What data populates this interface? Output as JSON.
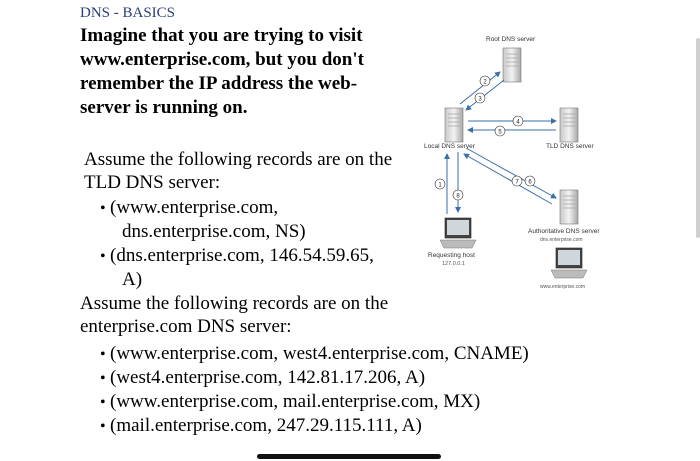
{
  "header": {
    "title": "DNS - BASICS"
  },
  "intro": {
    "lines": [
      "Imagine that you are trying to visit",
      "www.enterprise.com, but you don't",
      "remember the IP address the web-",
      "server is running on."
    ]
  },
  "tld": {
    "heading_lines": [
      "Assume the following records are on the",
      "TLD DNS server:"
    ],
    "records": [
      {
        "line1": "(www.enterprise.com,",
        "line2": "dns.enterprise.com, NS)"
      },
      {
        "line1": "(dns.enterprise.com, 146.54.59.65,",
        "line2": "A)"
      }
    ]
  },
  "enterprise": {
    "heading_lines": [
      "Assume the following records are on the",
      "enterprise.com DNS server:"
    ],
    "records": [
      "(www.enterprise.com, west4.enterprise.com, CNAME)",
      "(west4.enterprise.com, 142.81.17.206, A)",
      "(www.enterprise.com, mail.enterprise.com, MX)",
      "(mail.enterprise.com, 247.29.115.111, A)"
    ]
  },
  "diagram": {
    "root_label": "Root DNS server",
    "local_label": "Local DNS server",
    "tld_label": "TLD DNS server",
    "auth_label": "Authoritative DNS server",
    "auth_sub": "dns.enterprise.com",
    "host_label": "Requesting host",
    "host_ip": "127.0.0.1",
    "web_label": "www.enterprise.com",
    "steps": [
      "1",
      "2",
      "3",
      "4",
      "5",
      "6",
      "7",
      "8"
    ],
    "arrow_color": "#3a6fa8"
  }
}
